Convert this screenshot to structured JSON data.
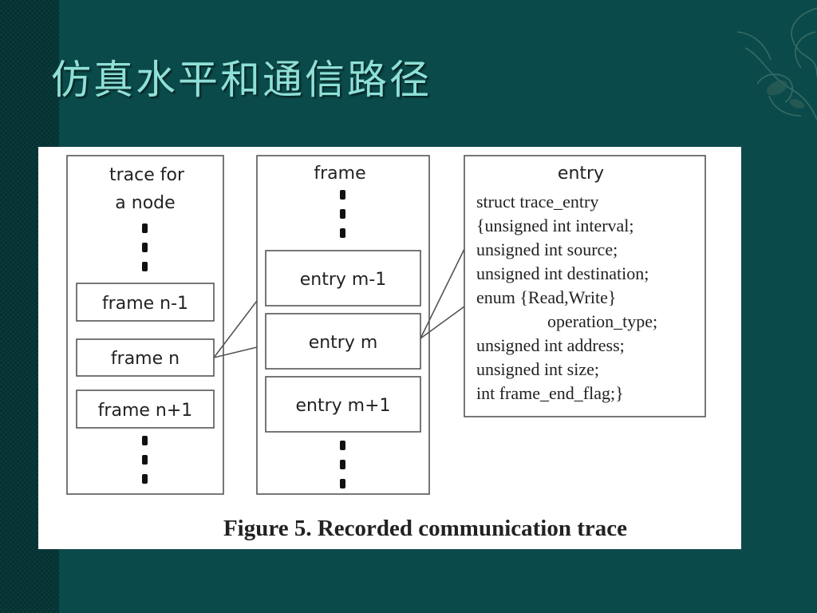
{
  "slide": {
    "title": "仿真水平和通信路径",
    "colors": {
      "background": "#0b4a4a",
      "title": "#8fe0d6",
      "panel": "#ffffff"
    }
  },
  "figure": {
    "caption": "Figure 5. Recorded communication trace",
    "trace_column": {
      "header_line1": "trace for",
      "header_line2": "a node",
      "frames": [
        "frame n-1",
        "frame n",
        "frame n+1"
      ]
    },
    "frame_column": {
      "header": "frame",
      "entries": [
        "entry m-1",
        "entry m",
        "entry m+1"
      ]
    },
    "entry_column": {
      "header": "entry",
      "code_lines": [
        "struct trace_entry",
        "{unsigned int interval;",
        "unsigned int source;",
        "unsigned int destination;",
        "enum {Read,Write}",
        "operation_type;",
        "unsigned int address;",
        "unsigned int size;",
        "int frame_end_flag;}"
      ]
    }
  }
}
